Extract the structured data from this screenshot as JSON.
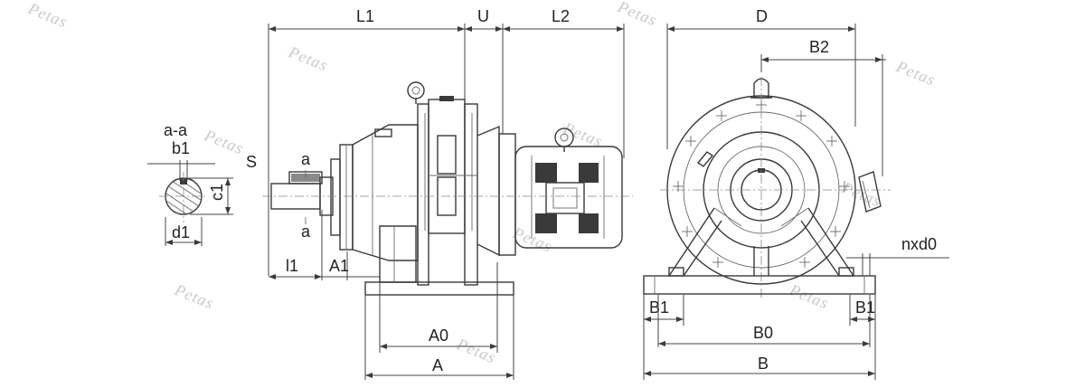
{
  "labels": {
    "L1": "L1",
    "U": "U",
    "L2": "L2",
    "D": "D",
    "B2": "B2",
    "aa": "a-a",
    "b1": "b1",
    "c1": "c1",
    "d1": "d1",
    "S": "S",
    "a_top": "a",
    "a_bottom": "a",
    "l1": "l1",
    "A1": "A1",
    "A0": "A0",
    "A": "A",
    "nxd0": "nxd0",
    "B1_left": "B1",
    "B1_right": "B1",
    "B0": "B0",
    "B": "B"
  },
  "watermark": "Petas",
  "colors": {
    "line": "#3a3a3a",
    "watermark": "#c9c9c9",
    "background": "#ffffff"
  }
}
